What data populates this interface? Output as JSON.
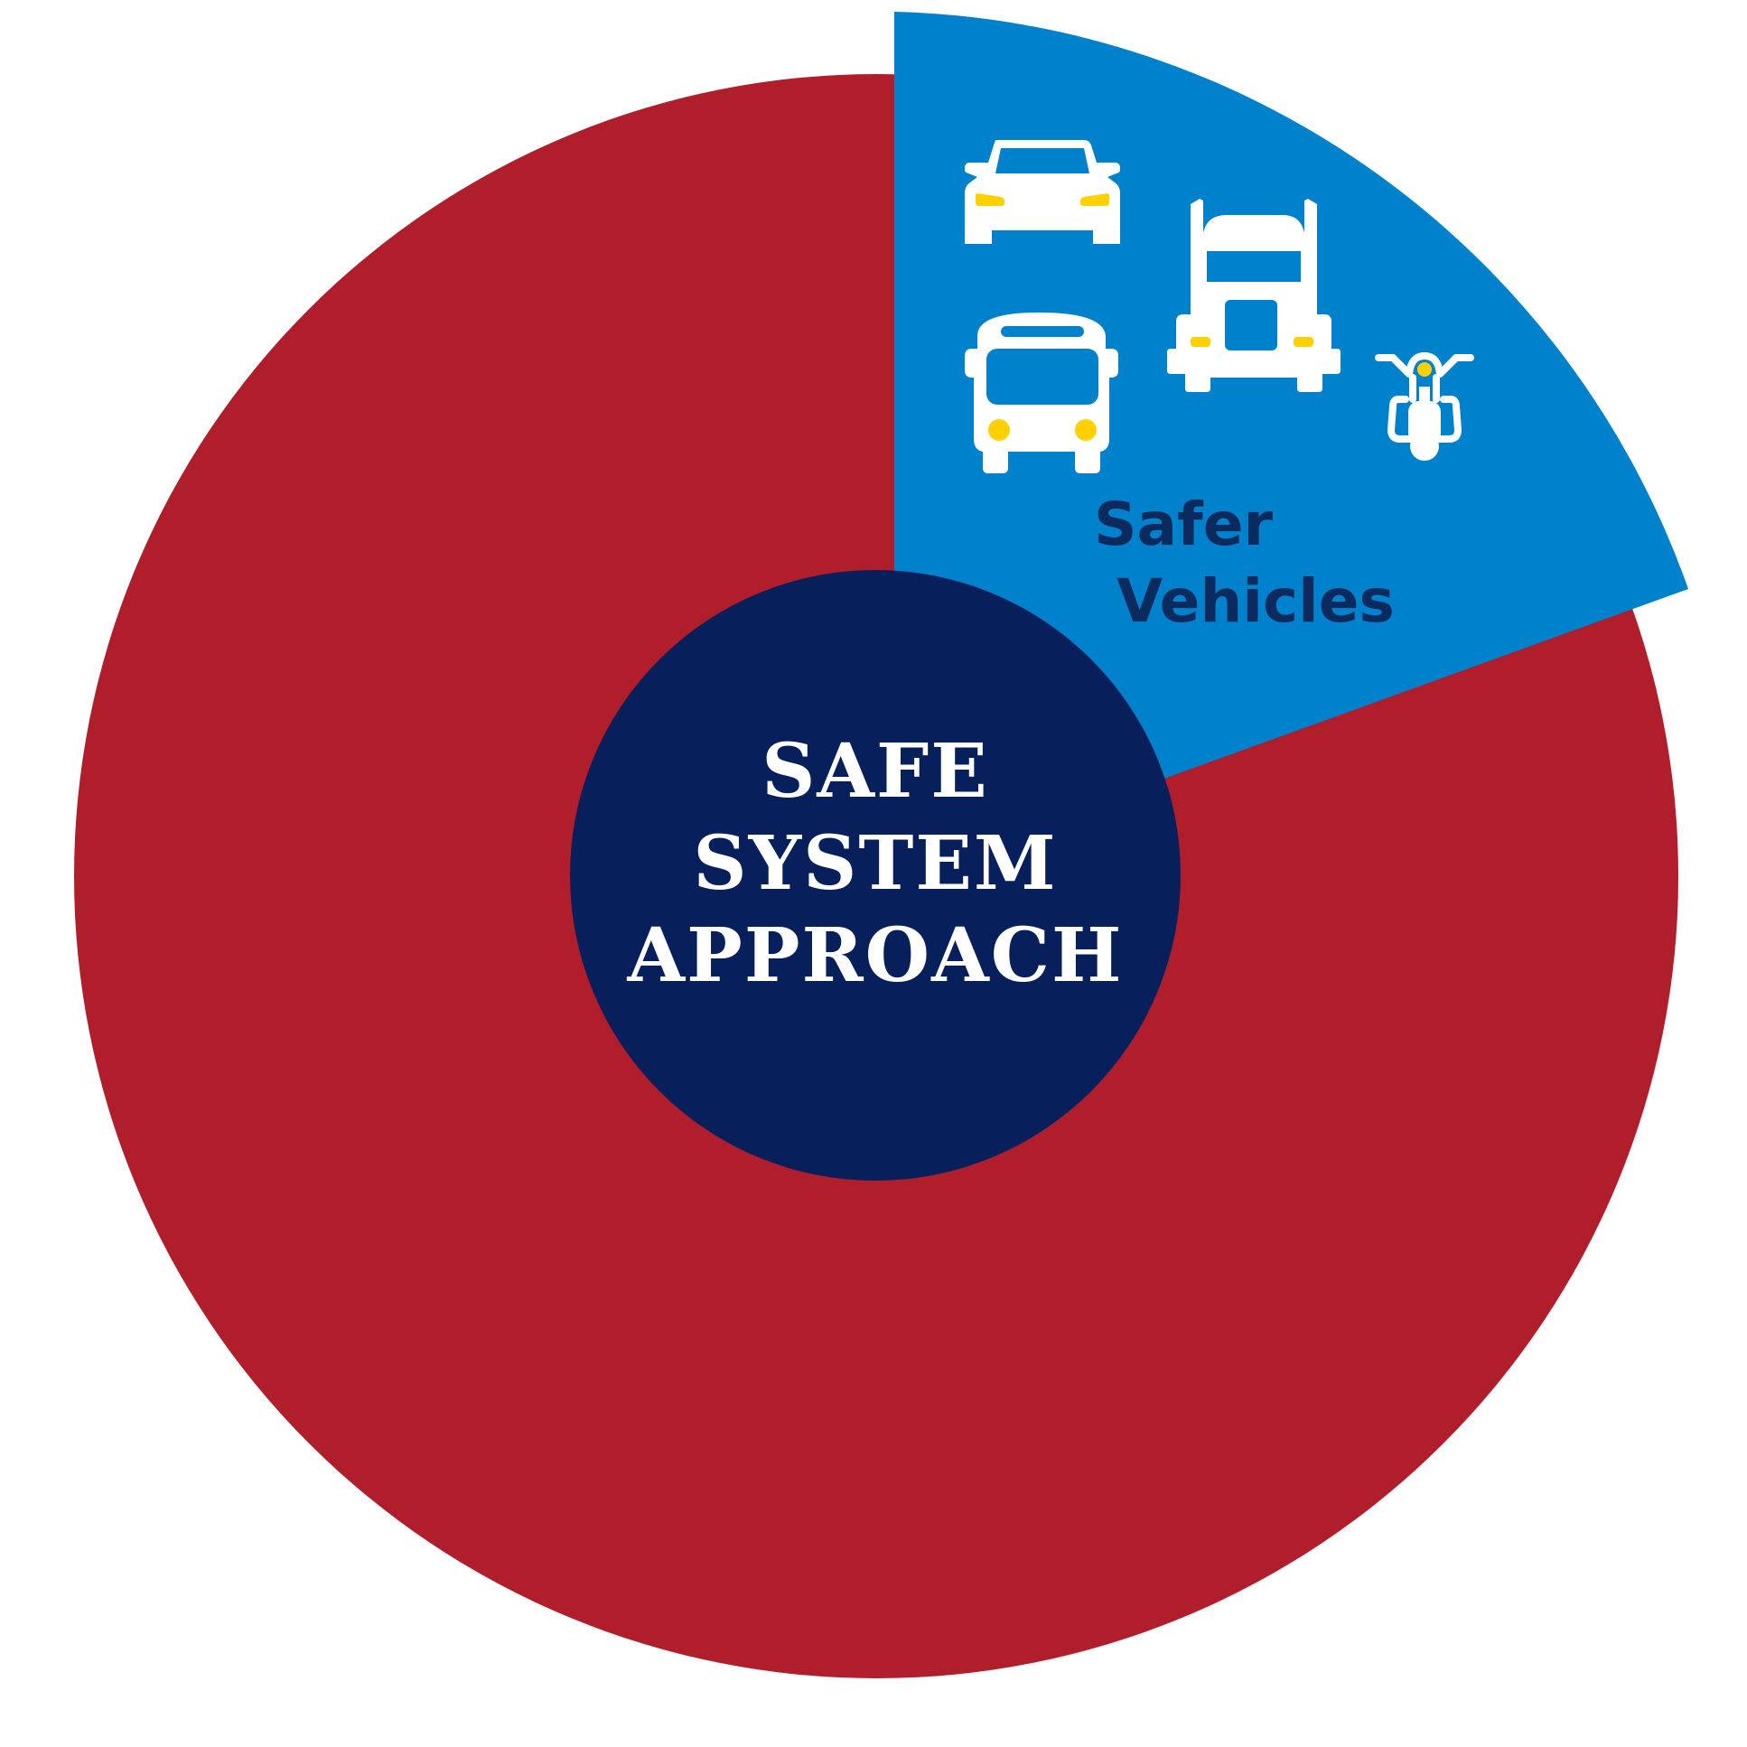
{
  "diagram": {
    "center": {
      "lines": [
        "SAFE",
        "SYSTEM",
        "APPROACH"
      ]
    },
    "highlight_segment": {
      "label_lines": [
        "Safer",
        "Vehicles"
      ],
      "icons": [
        "car-icon",
        "semi-truck-icon",
        "bus-icon",
        "motorcycle-icon"
      ]
    }
  },
  "colors": {
    "ring": "#b11e2b",
    "highlight": "#0081cb",
    "center": "#07205c",
    "label_text": "#0b2a5e",
    "icon": "#ffffff",
    "icon_accent": "#ffd000"
  }
}
